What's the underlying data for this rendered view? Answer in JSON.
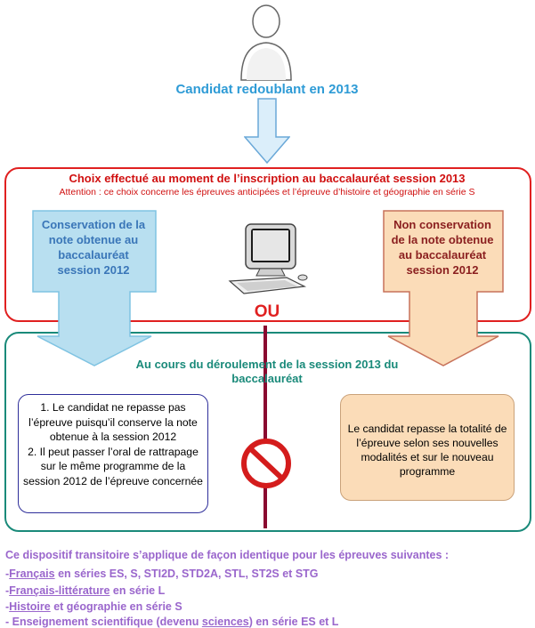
{
  "candidate": {
    "title": "Candidat redoublant en 2013"
  },
  "choice": {
    "title": "Choix effectué au moment de l’inscription au baccalauréat session 2013",
    "subtitle": "Attention : ce choix concerne les épreuves anticipées et l’épreuve d’histoire et géographie en série S"
  },
  "options": {
    "left": "Conservation de la note obtenue au baccalauréat session 2012",
    "right": "Non conservation de la note obtenue au baccalauréat session 2012",
    "or_label": "OU"
  },
  "course": {
    "title": "Au cours du déroulement de la session 2013 du baccalauréat",
    "left_text_1": "1. Le candidat ne repasse pas l’épreuve puisqu’il conserve la note obtenue à la session 2012",
    "left_text_2": "2. Il peut passer l’oral de rattrapage sur le même programme de la session 2012 de l’épreuve concernée",
    "right_text": "Le candidat repasse la totalité de l’épreuve selon ses nouvelles modalités et sur le nouveau programme"
  },
  "footer": {
    "intro": "Ce dispositif transitoire s’applique de façon identique pour les épreuves suivantes :",
    "items": [
      {
        "prefix": "-",
        "underlined": "Français",
        "rest": " en séries ES, S, STI2D, STD2A, STL, ST2S et STG"
      },
      {
        "prefix": "-",
        "underlined": "Français-littérature",
        "rest": " en série L"
      },
      {
        "prefix": "-",
        "underlined": "Histoire",
        "rest": " et géographie en série S"
      },
      {
        "prefix": "- Enseignement scientifique (devenu ",
        "underlined": "sciences",
        "rest": ") en série ES et L"
      }
    ]
  },
  "colors": {
    "candidate_blue": "#2e9bd6",
    "choice_red": "#e02020",
    "course_teal": "#1a8a7a",
    "left_arrow_fill": "#b8dff0",
    "right_arrow_fill": "#fbdcb8",
    "footer_purple": "#9a66cc"
  },
  "icons": [
    "person-icon",
    "computer-icon",
    "no-entry-icon"
  ]
}
